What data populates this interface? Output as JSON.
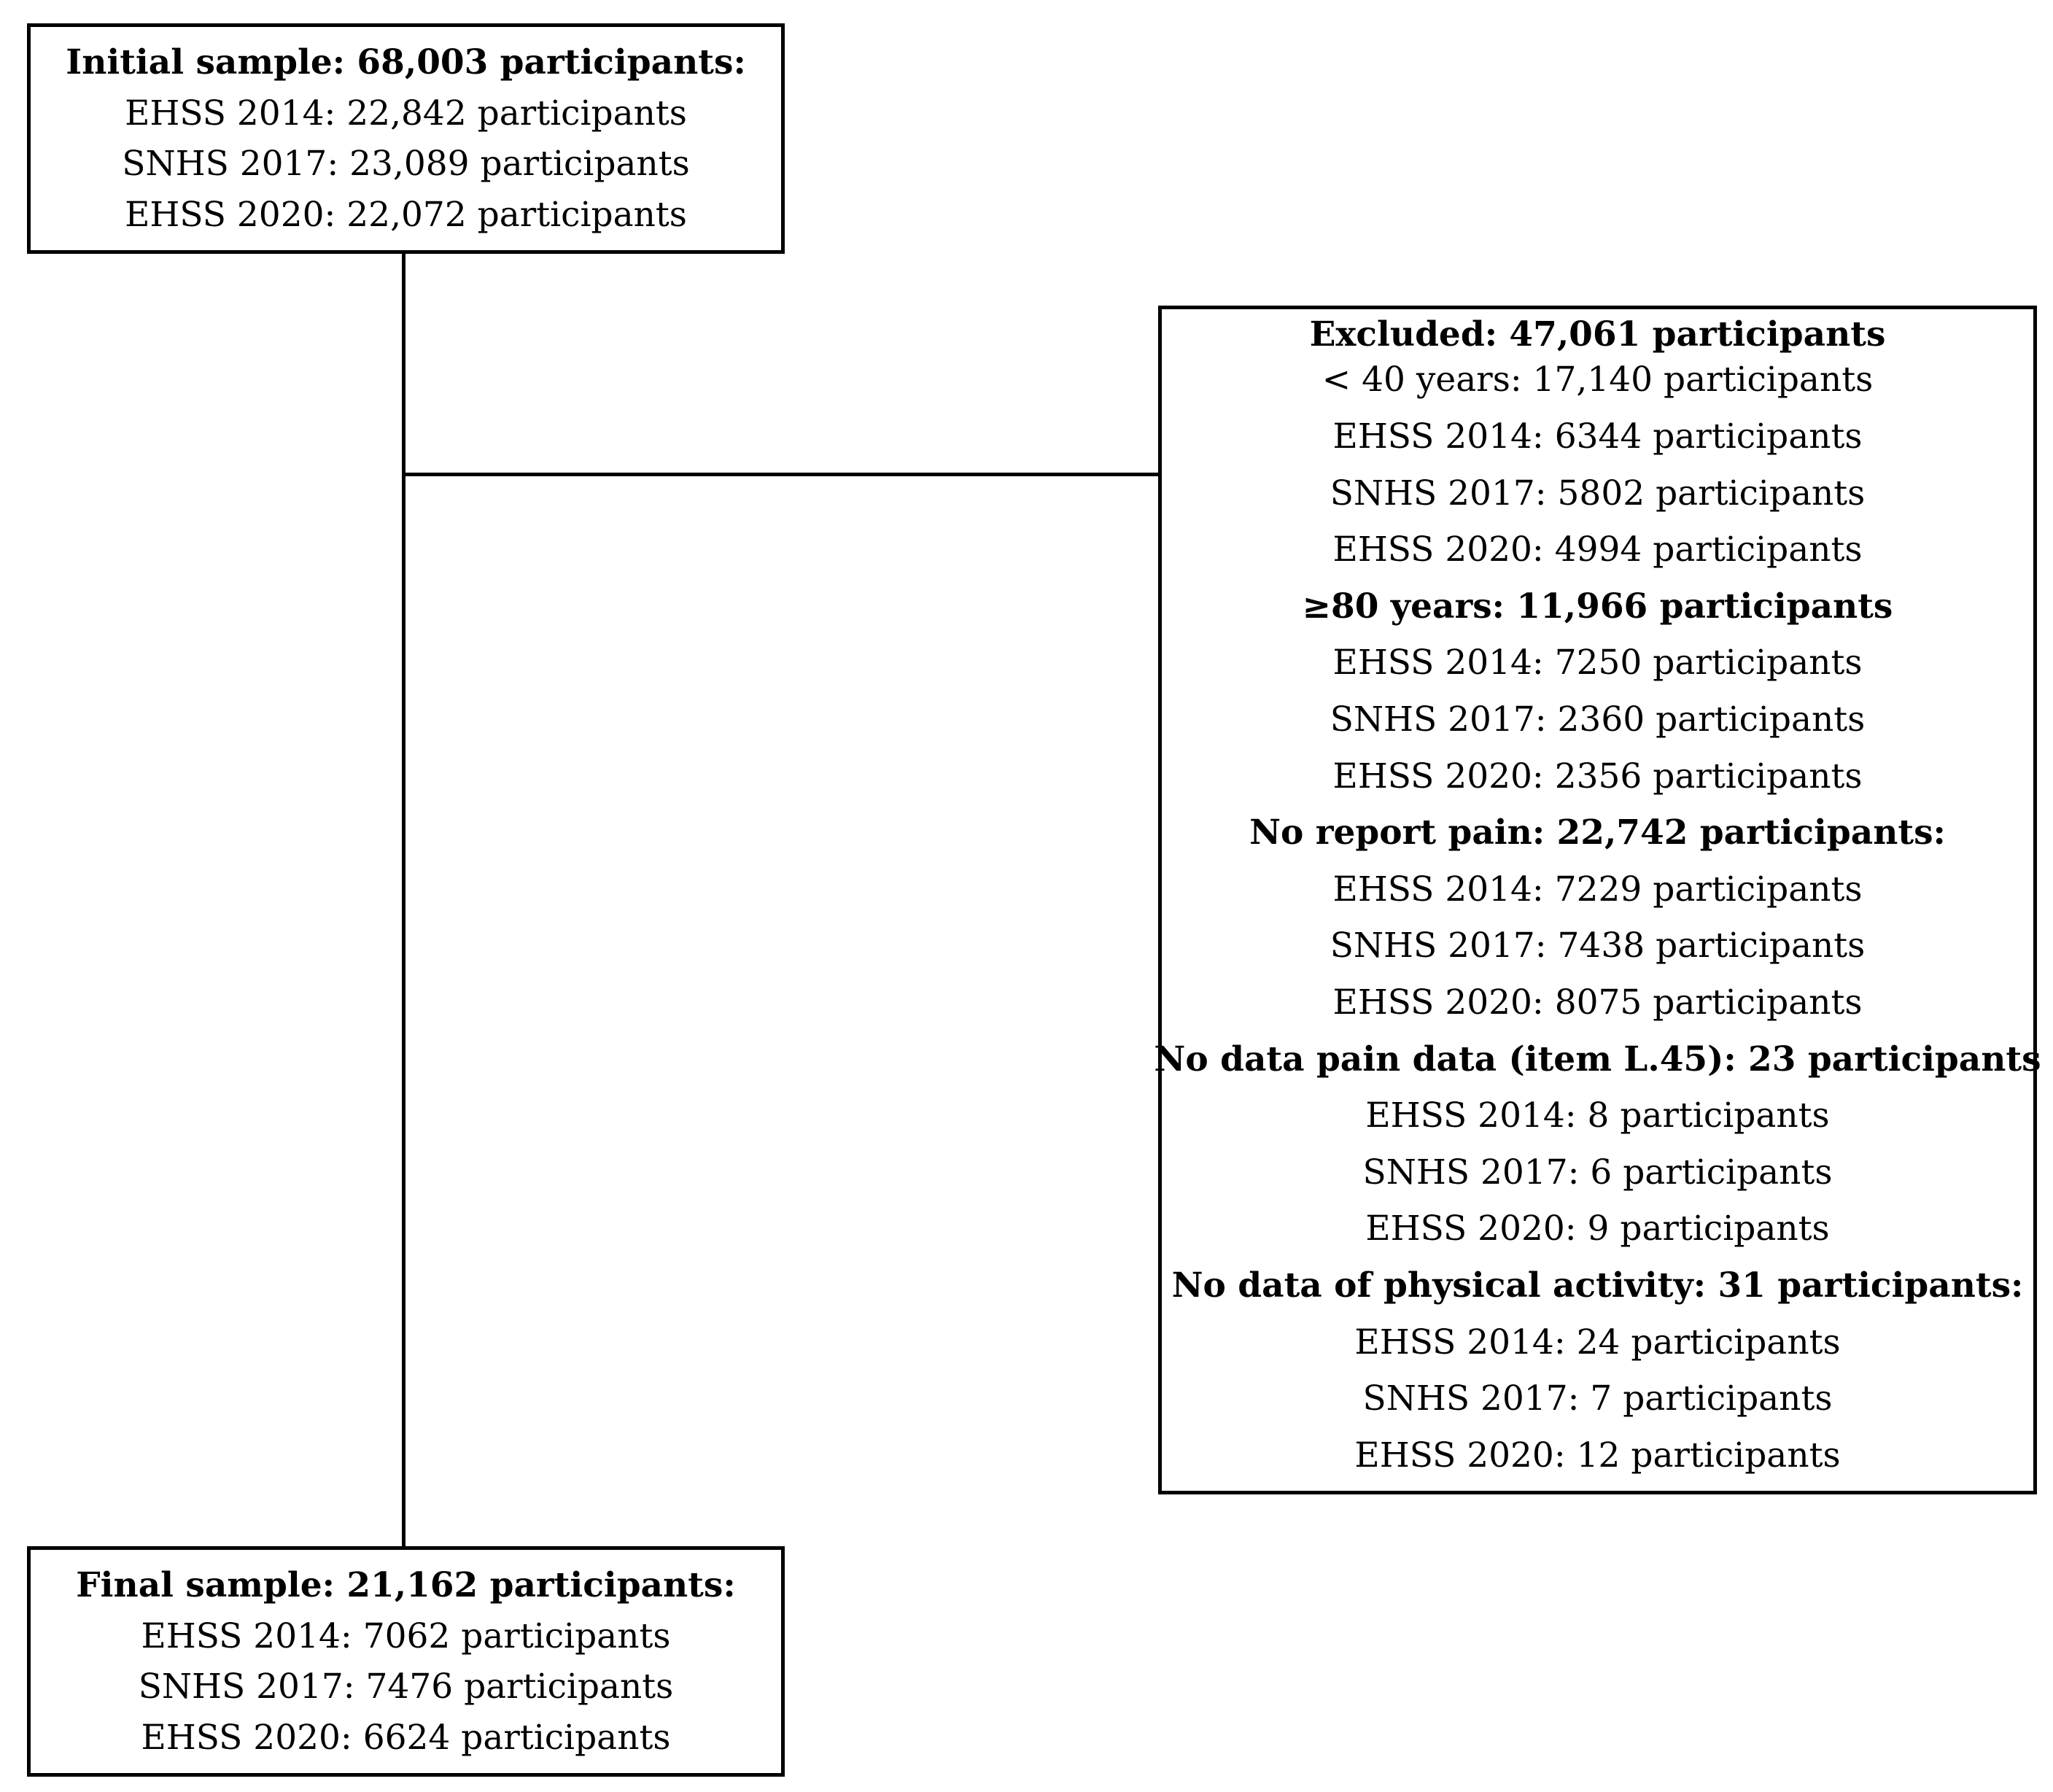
{
  "initial": {
    "heading": "Initial sample: 68,003 participants:",
    "lines": [
      "EHSS 2014: 22,842 participants",
      "SNHS 2017: 23,089 participants",
      "EHSS 2020: 22,072 participants"
    ]
  },
  "excluded": {
    "heading": "Excluded:  47,061 participants",
    "lines": [
      {
        "text": "< 40 years: 17,140 participants",
        "bold": false
      },
      {
        "text": "EHSS 2014: 6344 participants",
        "bold": false
      },
      {
        "text": "SNHS 2017: 5802 participants",
        "bold": false
      },
      {
        "text": "EHSS 2020: 4994 participants",
        "bold": false
      },
      {
        "text": "≥80 years: 11,966 participants",
        "bold": true
      },
      {
        "text": "EHSS 2014: 7250 participants",
        "bold": false
      },
      {
        "text": "SNHS 2017: 2360 participants",
        "bold": false
      },
      {
        "text": "EHSS 2020: 2356 participants",
        "bold": false
      },
      {
        "text": "No report pain: 22,742 participants:",
        "bold": true
      },
      {
        "text": "EHSS 2014:  7229 participants",
        "bold": false
      },
      {
        "text": "SNHS 2017: 7438 participants",
        "bold": false
      },
      {
        "text": "EHSS 2020: 8075 participants",
        "bold": false
      },
      {
        "text": "No data pain data (item L.45): 23 participants",
        "bold": true
      },
      {
        "text": "EHSS 2014: 8 participants",
        "bold": false
      },
      {
        "text": "SNHS 2017: 6 participants",
        "bold": false
      },
      {
        "text": "EHSS 2020: 9 participants",
        "bold": false
      },
      {
        "text": "No data of physical activity: 31 participants:",
        "bold": true
      },
      {
        "text": "EHSS 2014: 24 participants",
        "bold": false
      },
      {
        "text": "SNHS 2017: 7 participants",
        "bold": false
      },
      {
        "text": "EHSS 2020: 12 participants",
        "bold": false
      }
    ]
  },
  "final": {
    "heading": "Final sample: 21,162 participants:",
    "lines": [
      "EHSS 2014: 7062 participants",
      "SNHS 2017: 7476 participants",
      "EHSS 2020: 6624 participants"
    ]
  }
}
